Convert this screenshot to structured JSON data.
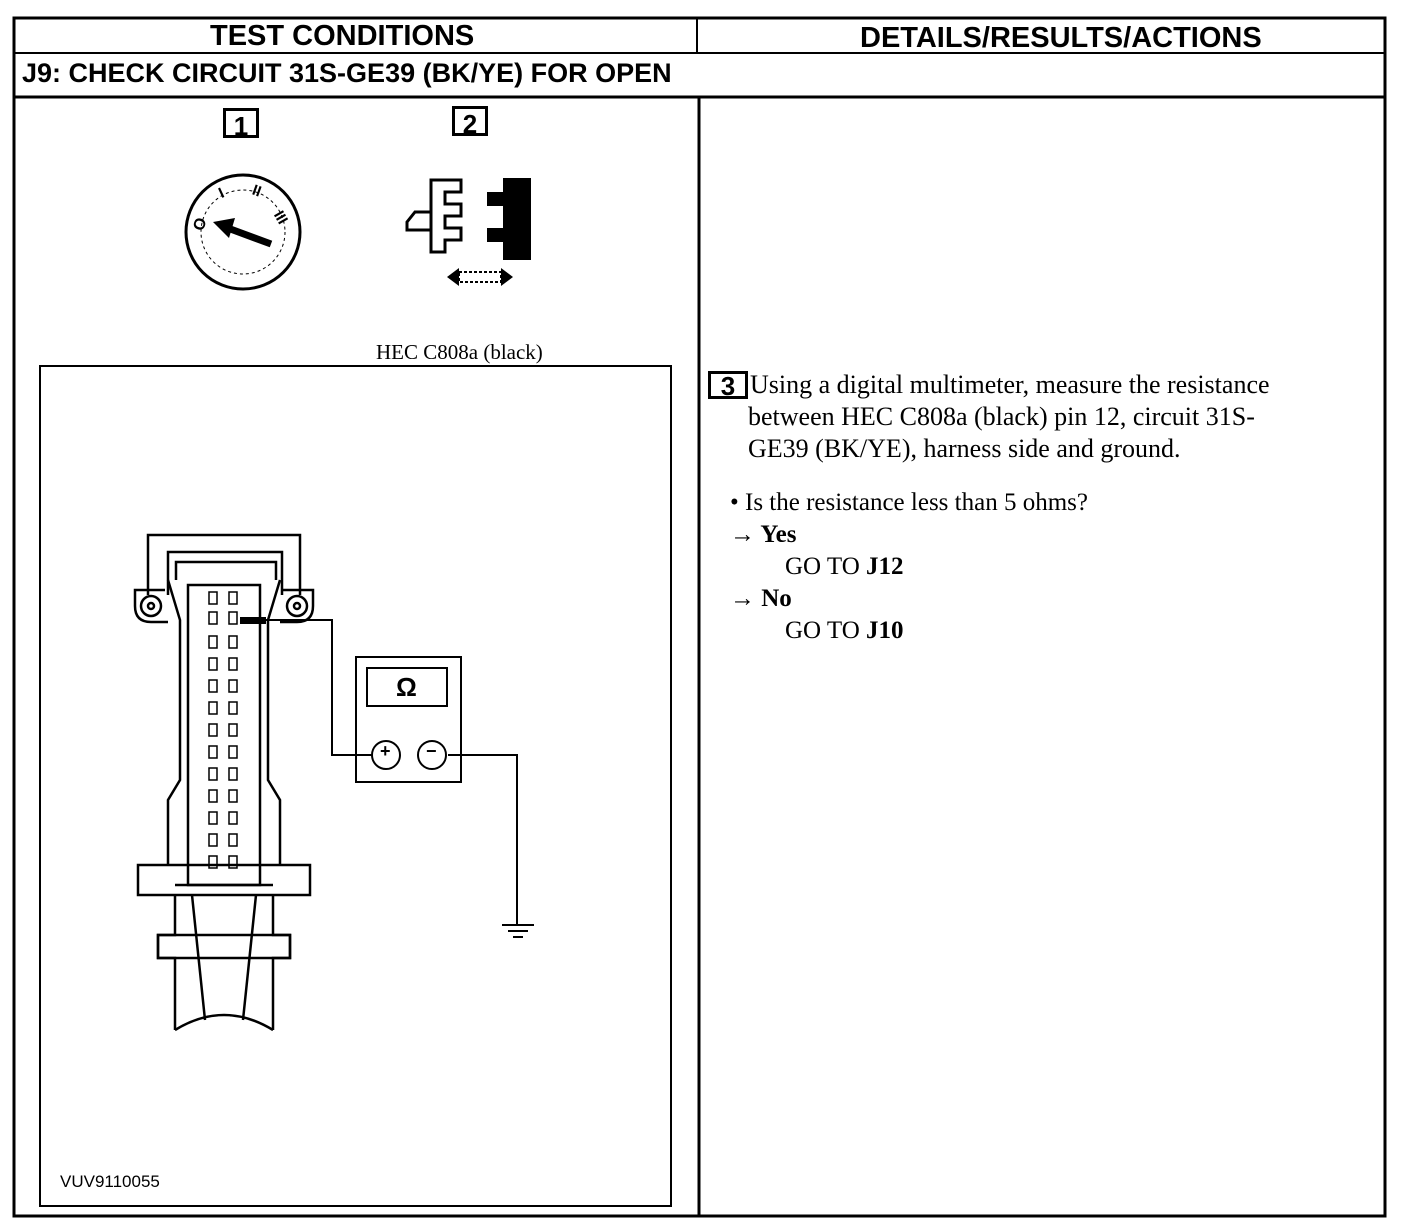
{
  "table": {
    "col1_header": "TEST CONDITIONS",
    "col2_header": "DETAILS/RESULTS/ACTIONS",
    "test_title": "J9: CHECK CIRCUIT 31S-GE39 (BK/YE) FOR OPEN"
  },
  "steps": {
    "step1_num": "1",
    "step2_num": "2",
    "step3_num": "3"
  },
  "diagram": {
    "connector_label": "HEC C808a (black)",
    "meter_symbol": "Ω",
    "plus_symbol": "+",
    "minus_symbol": "−",
    "figure_id": "VUV9110055",
    "icons": [
      "ignition-switch-off-icon",
      "connector-disconnect-icon",
      "multimeter-icon",
      "ground-icon"
    ]
  },
  "details": {
    "instruction_line1": "Using a digital multimeter, measure the resistance",
    "instruction_line2": "between HEC C808a (black) pin 12, circuit 31S-",
    "instruction_line3": "GE39 (BK/YE), harness side and ground.",
    "question": "• Is the resistance less than 5 ohms?",
    "yes_label": "→ Yes",
    "yes_goto_prefix": "GO TO ",
    "yes_goto_target": "J12",
    "no_label": "→ No",
    "no_goto_prefix": "GO TO ",
    "no_goto_target": "J10"
  }
}
